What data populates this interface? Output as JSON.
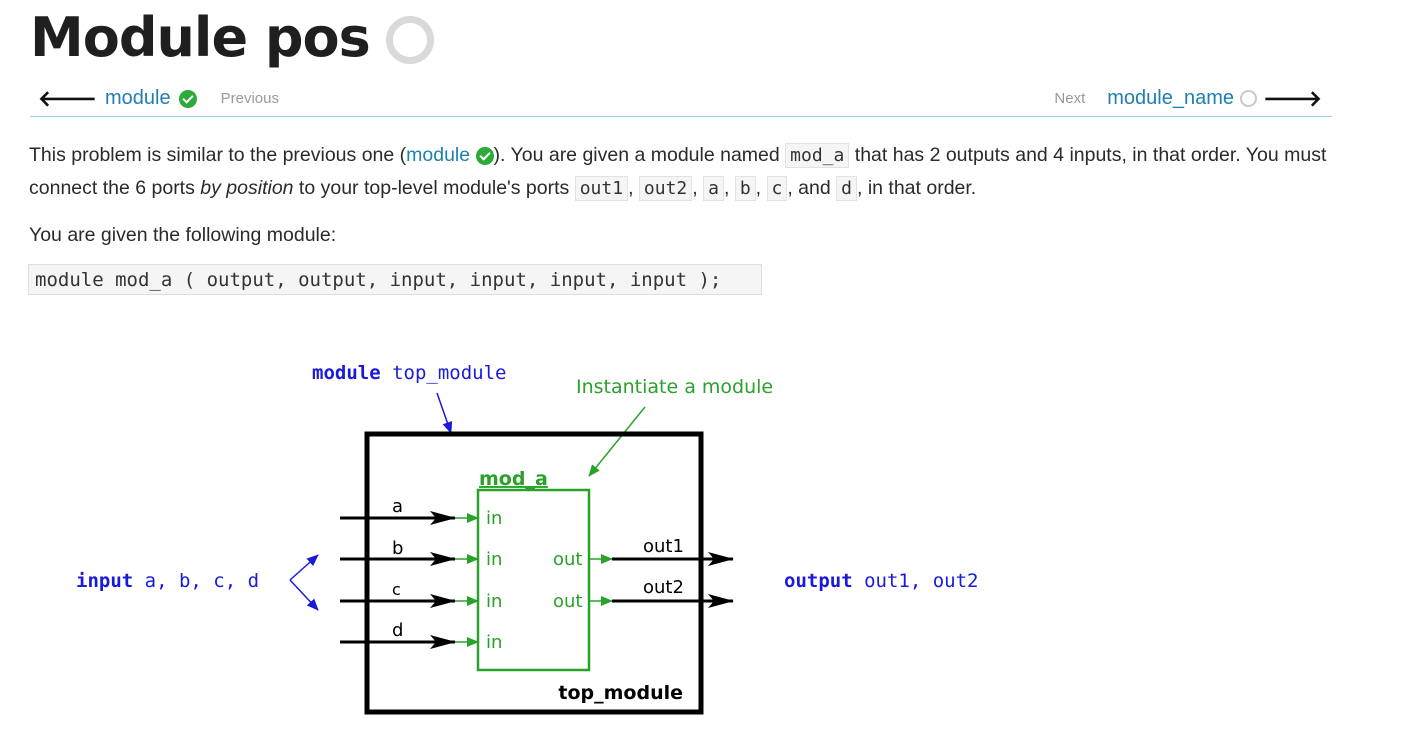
{
  "page": {
    "title": "Module pos"
  },
  "nav": {
    "prev_link": "module",
    "prev_hint": "Previous",
    "next_hint": "Next",
    "next_link": "module_name"
  },
  "intro": {
    "p1_a": "This problem is similar to the previous one (",
    "p1_link": "module",
    "p1_b": "). You are given a module named ",
    "p1_code_mod": "mod_a",
    "p1_c": " that has 2 outputs and 4 inputs, in that order. You must connect the 6 ports ",
    "p1_em": "by position",
    "p1_d": " to your top-level module's ports ",
    "port_out1": "out1",
    "port_out2": "out2",
    "port_a": "a",
    "port_b": "b",
    "port_c": "c",
    "sep1": ", ",
    "sep_and": ", and ",
    "port_d": "d",
    "p1_e": ", in that order.",
    "p2": "You are given the following module:"
  },
  "code_block": "module mod_a ( output, output, input, input, input, input );",
  "diagram": {
    "module_kw": "module",
    "module_name": " top_module",
    "instantiate_label": "Instantiate a module",
    "inner_module": "mod_a",
    "outer_module": "top_module",
    "input_kw": "input",
    "input_list": " a, b, c, d",
    "output_kw": "output",
    "output_list": " out1, out2",
    "signals_in": [
      "a",
      "b",
      "c",
      "d"
    ],
    "port_in_label": "in",
    "port_out_label": "out",
    "signals_out": [
      "out1",
      "out2"
    ],
    "colors": {
      "blue": "#1a1adb",
      "green": "#2aa12a",
      "black": "#000000"
    }
  }
}
